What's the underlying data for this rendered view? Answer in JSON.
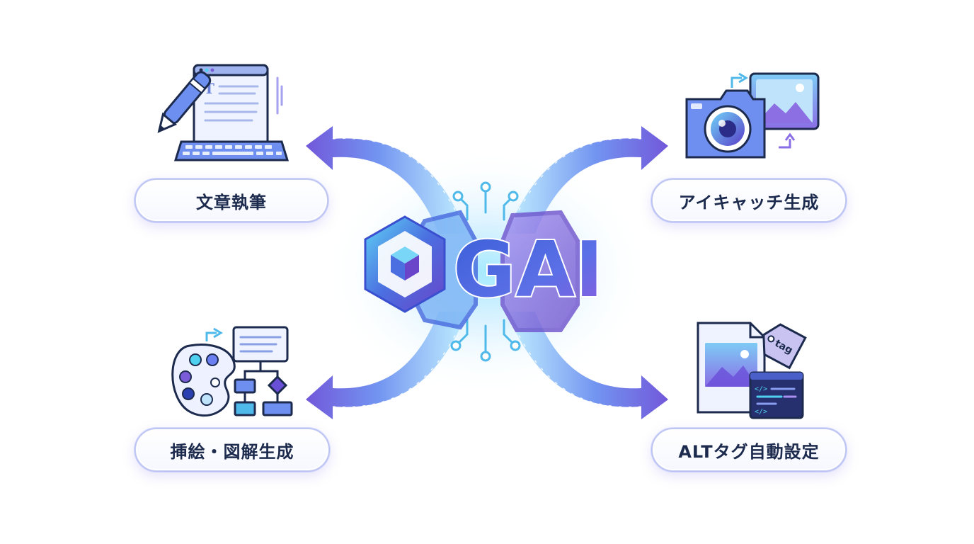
{
  "center": {
    "logo_text": "GAI",
    "symbol_icon": "hexagon-cube-icon"
  },
  "features": [
    {
      "label": "文章執筆",
      "icon": "document-pen-keyboard-icon"
    },
    {
      "label": "アイキャッチ生成",
      "icon": "camera-image-icon"
    },
    {
      "label": "挿絵・図解生成",
      "icon": "palette-flowchart-icon"
    },
    {
      "label": "ALTタグ自動設定",
      "icon": "image-tag-code-icon"
    }
  ],
  "icon_text": {
    "document_glyph": "T",
    "tag_label": "tag",
    "code_tag_open": "</>",
    "code_tag_close": "</>"
  },
  "colors": {
    "navy": "#1c2a4d",
    "blue": "#4b6fe0",
    "purple": "#7a5cd9",
    "cyan": "#4fd0f0",
    "light_blue": "#a9c6f5",
    "lavender": "#c9c3f2"
  }
}
